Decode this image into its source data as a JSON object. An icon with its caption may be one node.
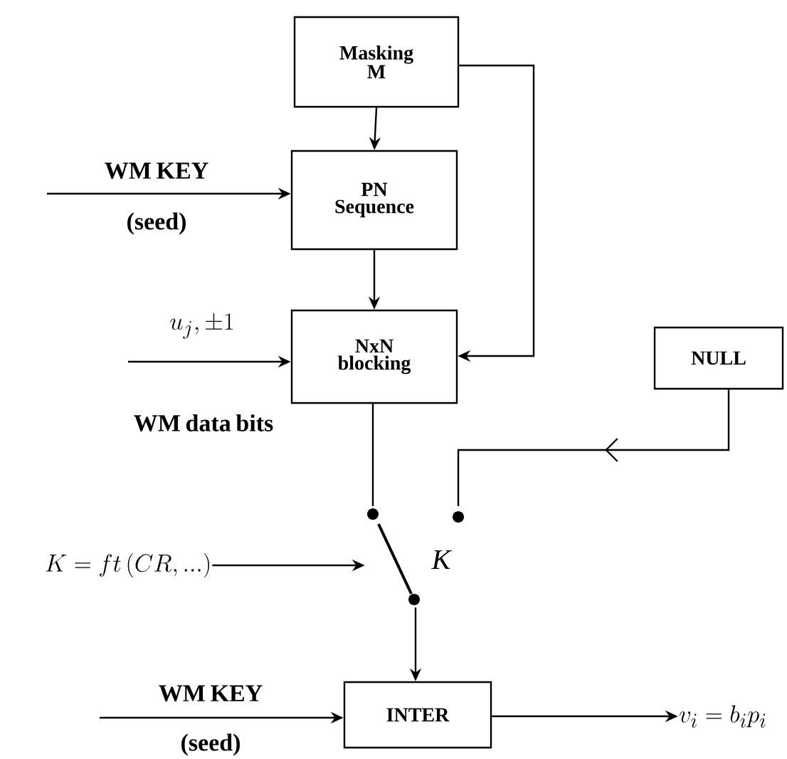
{
  "diagram": {
    "nodes": [
      {
        "text": [
          "Masking M"
        ]
      },
      {
        "text": [
          "PN Sequence"
        ]
      },
      {
        "text": [
          "NxN blocking"
        ]
      },
      {
        "text": [
          "NULL"
        ]
      },
      {
        "text": [],
        "shape": "switch"
      },
      {
        "text": [
          "K = ft\\left(CR,...\\right)"
        ]
      },
      {
        "text": [
          "INTER"
        ]
      },
      {
        "text": [
          "v_i = b_i p_i"
        ]
      }
    ],
    "edges": [
      {
        "from": 0,
        "to": 1,
        "arrow": "to"
      },
      {
        "from": 1,
        "to": 2,
        "arrow": "to"
      },
      {
        "from": 0,
        "to": 2,
        "arrow": "to"
      },
      {
        "from": null,
        "to": 1,
        "arrow": "to"
      },
      {
        "from": null,
        "to": 2,
        "arrow": "to"
      },
      {
        "from": 2,
        "to": 4,
        "arrow": "none"
      },
      {
        "from": 3,
        "to": 4,
        "arrow": "to"
      },
      {
        "from": 5,
        "to": 4,
        "arrow": "to"
      },
      {
        "from": 4,
        "to": 6,
        "arrow": "to"
      },
      {
        "from": null,
        "to": 6,
        "arrow": "to"
      },
      {
        "from": 6,
        "to": 7,
        "arrow": "to"
      }
    ],
    "labels": [
      "WM KEY",
      "(seed)",
      "u_j, \\pm 1",
      "WM data bits",
      "K",
      "WM KEY",
      "(seed)"
    ]
  }
}
